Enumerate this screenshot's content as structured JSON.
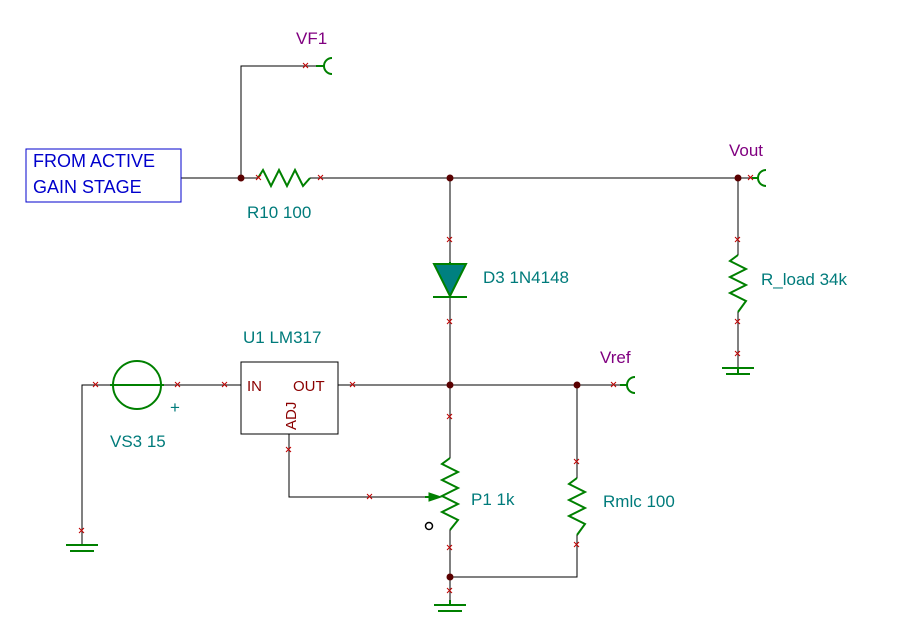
{
  "input_box": {
    "line1": "FROM ACTIVE",
    "line2": "GAIN STAGE"
  },
  "nets": {
    "vf1": "VF1",
    "vout": "Vout",
    "vref": "Vref"
  },
  "components": {
    "r10": "R10 100",
    "d3": "D3 1N4148",
    "rload": "R_load 34k",
    "u1": "U1 LM317",
    "vs3": "VS3 15",
    "vs3_plus": "+",
    "p1": "P1 1k",
    "rmlc": "Rmlc 100"
  },
  "regulator_pins": {
    "in": "IN",
    "out": "OUT",
    "adj": "ADJ"
  },
  "colors": {
    "wire": "#000000",
    "component": "#008000",
    "component_label": "#007b7b",
    "net_label": "#800080",
    "pin_label": "#8b0000",
    "text_box": "#0000cc"
  }
}
